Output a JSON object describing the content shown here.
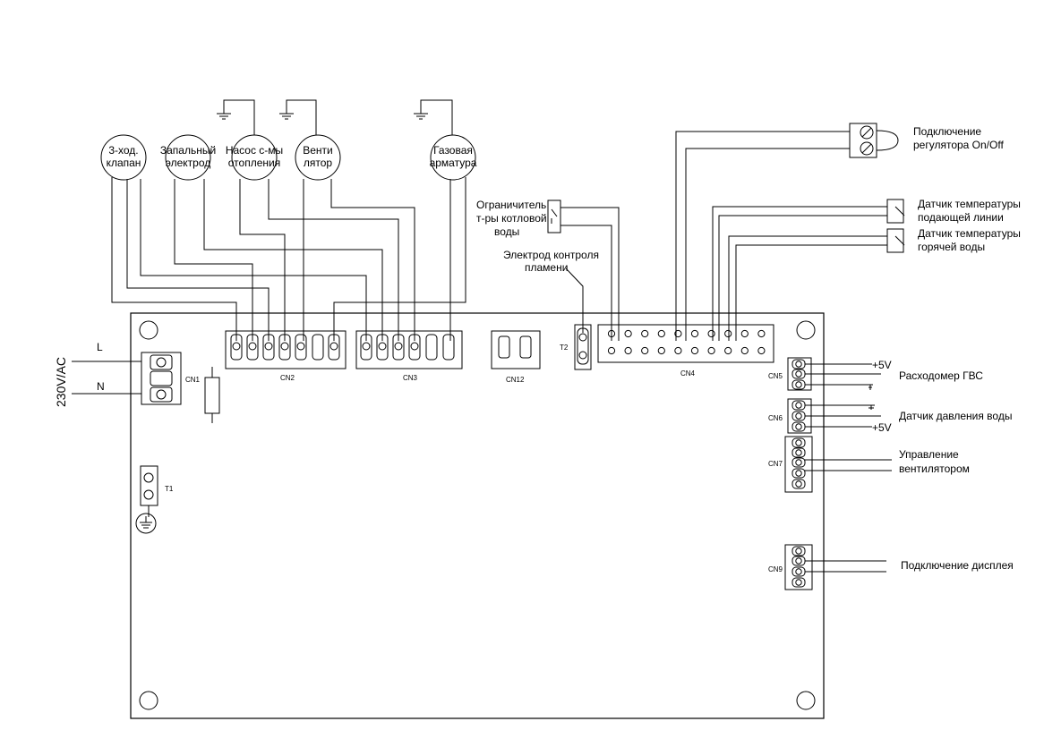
{
  "power": {
    "voltage": "230V/AC",
    "line": "L",
    "neutral": "N"
  },
  "components": {
    "valve": [
      "3-ход.",
      "клапан"
    ],
    "igniter": [
      "Запальный",
      "электрод"
    ],
    "pump": [
      "Насос с-мы",
      "отопления"
    ],
    "fan": [
      "Венти",
      "лятор"
    ],
    "gas": [
      "Газовая",
      "арматура"
    ]
  },
  "labels": {
    "limiter": [
      "Ограничитель",
      "т-ры котловой",
      "воды"
    ],
    "flame": [
      "Электрод контроля",
      "пламени"
    ],
    "regulator": [
      "Подключение",
      "регулятора On/Off"
    ],
    "supply_sensor": [
      "Датчик температуры",
      "подающей линии"
    ],
    "dhw_sensor": [
      "Датчик температуры",
      "горячей воды"
    ],
    "flowmeter": "Расходомер ГВС",
    "pressure": "Датчик давления воды",
    "fan_ctrl": [
      "Управление",
      "вентилятором"
    ],
    "display": "Подключение дисплея",
    "plus5v": "+5V"
  },
  "connectors": {
    "cn1": "CN1",
    "cn2": "CN2",
    "cn3": "CN3",
    "cn12": "CN12",
    "cn4": "CN4",
    "cn5": "CN5",
    "cn6": "CN6",
    "cn7": "CN7",
    "cn9": "CN9",
    "t1": "T1",
    "t2": "T2"
  }
}
